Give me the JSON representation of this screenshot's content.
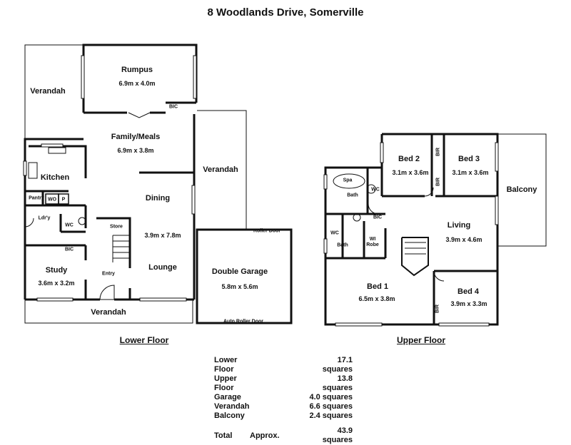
{
  "title": "8 Woodlands Drive, Somerville",
  "floors": {
    "lower": "Lower Floor",
    "upper": "Upper Floor"
  },
  "lower": {
    "verandah_left": "Verandah",
    "rumpus": {
      "name": "Rumpus",
      "dim": "6.9m x 4.0m"
    },
    "bic_rumpus": "BIC",
    "family": {
      "name": "Family/Meals",
      "dim": "6.9m x 3.8m"
    },
    "verandah_right": "Verandah",
    "kitchen": "Kitchen",
    "pantry": "Pantry",
    "wo": "WO",
    "p": "P",
    "ldry": "Ldr'y",
    "wc": "WC",
    "dining": "Dining",
    "store": "Store",
    "lounge": {
      "name": "Lounge",
      "dim": "3.9m x 7.8m"
    },
    "bic_study": "BIC",
    "study": {
      "name": "Study",
      "dim": "3.6m x 3.2m"
    },
    "entry": "Entry",
    "verandah_bottom": "Verandah",
    "garage": {
      "name": "Double Garage",
      "dim": "5.8m x 5.6m"
    },
    "roller_door": "Roller Door",
    "auto_roller_door": "Auto Roller Door"
  },
  "upper": {
    "spa": "Spa",
    "bath1": "Bath",
    "wc1": "WC",
    "bed2": {
      "name": "Bed 2",
      "dim": "3.1m x 3.6m"
    },
    "bir1": "BIR",
    "bir2": "BIR",
    "bed3": {
      "name": "Bed 3",
      "dim": "3.1m x 3.6m"
    },
    "balcony": "Balcony",
    "bic": "BIC",
    "wc2": "WC",
    "wi_robe": "WI Robe",
    "bath2": "Bath",
    "living": {
      "name": "Living",
      "dim": "3.9m x 4.6m"
    },
    "bed1": {
      "name": "Bed 1",
      "dim": "6.5m x 3.8m"
    },
    "bir3": "BIR",
    "bed4": {
      "name": "Bed 4",
      "dim": "3.9m x 3.3m"
    }
  },
  "areas": [
    {
      "label": "Lower Floor",
      "approx": "",
      "value": "17.1 squares"
    },
    {
      "label": "Upper Floor",
      "approx": "",
      "value": "13.8 squares"
    },
    {
      "label": "Garage",
      "approx": "",
      "value": "4.0 squares"
    },
    {
      "label": "Verandah",
      "approx": "",
      "value": "6.6 squares"
    },
    {
      "label": "Balcony",
      "approx": "",
      "value": "2.4 squares"
    },
    {
      "label": "Total",
      "approx": "Approx.",
      "value": "43.9 squares"
    }
  ]
}
